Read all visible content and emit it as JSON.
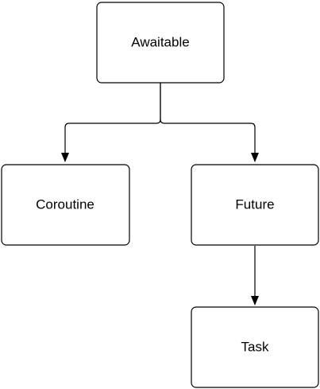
{
  "diagram": {
    "nodes": {
      "awaitable": {
        "label": "Awaitable"
      },
      "coroutine": {
        "label": "Coroutine"
      },
      "future": {
        "label": "Future"
      },
      "task": {
        "label": "Task"
      }
    },
    "edges": [
      {
        "from": "awaitable",
        "to": "coroutine"
      },
      {
        "from": "awaitable",
        "to": "future"
      },
      {
        "from": "future",
        "to": "task"
      }
    ]
  }
}
